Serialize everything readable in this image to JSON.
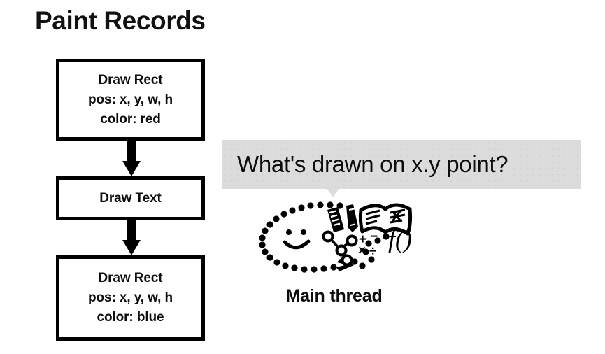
{
  "slide": {
    "title": "Paint Records",
    "background_color": "#ffffff",
    "ink_color": "#0d0d0d"
  },
  "paint_records": {
    "boxes": [
      {
        "id": "box-1",
        "lines": [
          "Draw Rect",
          "pos: x, y, w, h",
          "color: red"
        ],
        "line_1": "Draw Rect",
        "line_2": "pos: x, y, w, h",
        "line_3": "color: red"
      },
      {
        "id": "box-2",
        "lines": [
          "Draw Text"
        ],
        "line_1": "Draw Text"
      },
      {
        "id": "box-3",
        "lines": [
          "Draw Rect",
          "pos: x, y, w, h",
          "color: blue"
        ],
        "line_1": "Draw Rect",
        "line_2": "pos: x, y, w, h",
        "line_3": "color: blue"
      }
    ],
    "arrows": [
      {
        "id": "arrow-1",
        "direction": "down"
      },
      {
        "id": "arrow-2",
        "direction": "down"
      }
    ]
  },
  "question_bubble": {
    "text": "What's drawn on x.y point?",
    "fill_color": "#dcdcdc",
    "dot_color": "#d0d0d0",
    "tail": "down"
  },
  "main_thread": {
    "label": "Main thread",
    "icons": [
      "dotted-ellipse-icon",
      "smiley-face-icon",
      "arrowhead-icon",
      "ruler-icon",
      "pencil-icon",
      "open-book-icon",
      "node-tree-icon",
      "math-symbols-icon",
      "function-notation-icon"
    ],
    "math_symbols": "+ − × ÷",
    "function_notation": "f()"
  }
}
